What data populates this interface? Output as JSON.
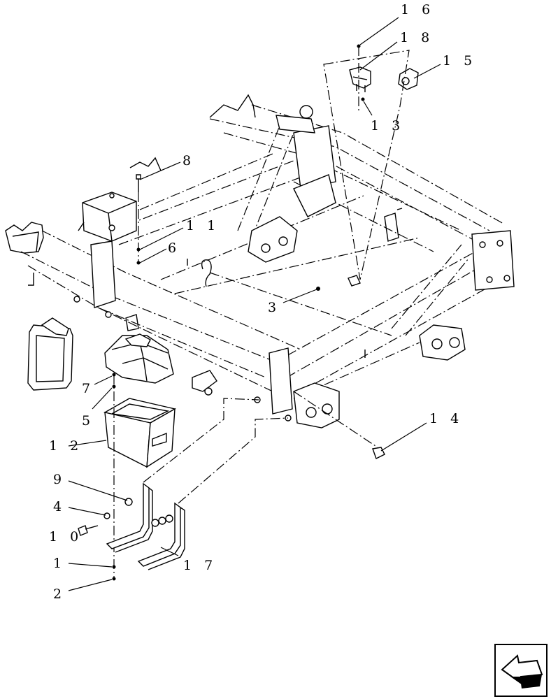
{
  "diagram": {
    "callouts": [
      {
        "id": "c16",
        "text": "1 6"
      },
      {
        "id": "c18",
        "text": "1 8"
      },
      {
        "id": "c15",
        "text": "1 5"
      },
      {
        "id": "c13",
        "text": "1 3"
      },
      {
        "id": "c8",
        "text": "8"
      },
      {
        "id": "c11",
        "text": "1 1"
      },
      {
        "id": "c6",
        "text": "6"
      },
      {
        "id": "c3",
        "text": "3"
      },
      {
        "id": "c7",
        "text": "7"
      },
      {
        "id": "c5",
        "text": "5"
      },
      {
        "id": "c12",
        "text": "1 2"
      },
      {
        "id": "c14",
        "text": "1 4"
      },
      {
        "id": "c9",
        "text": "9"
      },
      {
        "id": "c4",
        "text": "4"
      },
      {
        "id": "c10",
        "text": "1 0"
      },
      {
        "id": "c17",
        "text": "1 7"
      },
      {
        "id": "c1",
        "text": "1"
      },
      {
        "id": "c2",
        "text": "2"
      }
    ],
    "nav_icon": "previous-page-arrow-icon"
  }
}
